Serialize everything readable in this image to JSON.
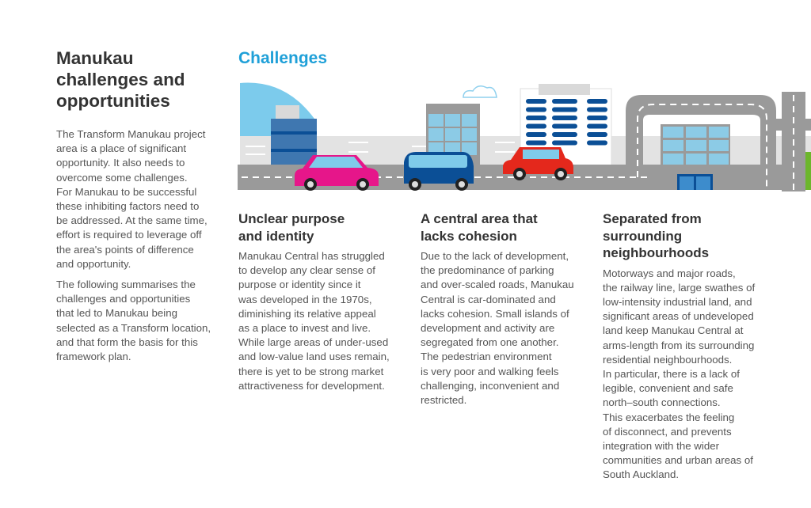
{
  "page_title": "Manukau\nchallenges and\nopportunities",
  "intro": [
    "The Transform Manukau project\narea is a place of significant\nopportunity. It also needs to\novercome some challenges.\nFor Manukau to be successful\nthese inhibiting factors need to\nbe addressed. At the same time,\neffort is required to leverage off\nthe area's points of difference\nand opportunity.",
    "The following summarises the\nchallenges and opportunities\nthat led to Manukau being\nselected as a Transform location,\nand that form the basis for this\nframework plan."
  ],
  "section_title": "Challenges",
  "challenges": [
    {
      "title": "Unclear purpose\nand identity",
      "body": "Manukau Central has struggled\nto develop any clear sense of\npurpose or identity since it\nwas developed in the 1970s,\ndiminishing its relative appeal\nas a place to invest and live.\nWhile large areas of under-used\nand low-value land uses remain,\nthere is yet to be strong market\nattractiveness for development."
    },
    {
      "title": "A central area that\nlacks cohesion",
      "body": "Due to the lack of development,\nthe predominance of parking\nand over-scaled roads, Manukau\nCentral is car-dominated and\nlacks cohesion. Small islands of\ndevelopment and activity are\nsegregated from one another.\nThe pedestrian environment\nis very poor and walking feels\nchallenging, inconvenient and\nrestricted."
    },
    {
      "title": "Separated from\nsurrounding\nneighbourhoods",
      "body": "Motorways and major roads,\nthe railway line, large swathes of\nlow-intensity industrial land, and\nsignificant areas of undeveloped\nland keep Manukau Central at\narms-length from its surrounding\nresidential neighbourhoods.\nIn particular, there is a lack of\nlegible, convenient and safe\nnorth–south connections.\nThis exacerbates the feeling\nof disconnect, and prevents\nintegration with the wider\ncommunities and urban areas of\nSouth Auckland."
    }
  ],
  "colors": {
    "accent": "#1fa0d8",
    "road": "#9a9a9a",
    "pink_car": "#e6168a",
    "blue_car": "#0a4f96",
    "red_car": "#e4281c"
  }
}
